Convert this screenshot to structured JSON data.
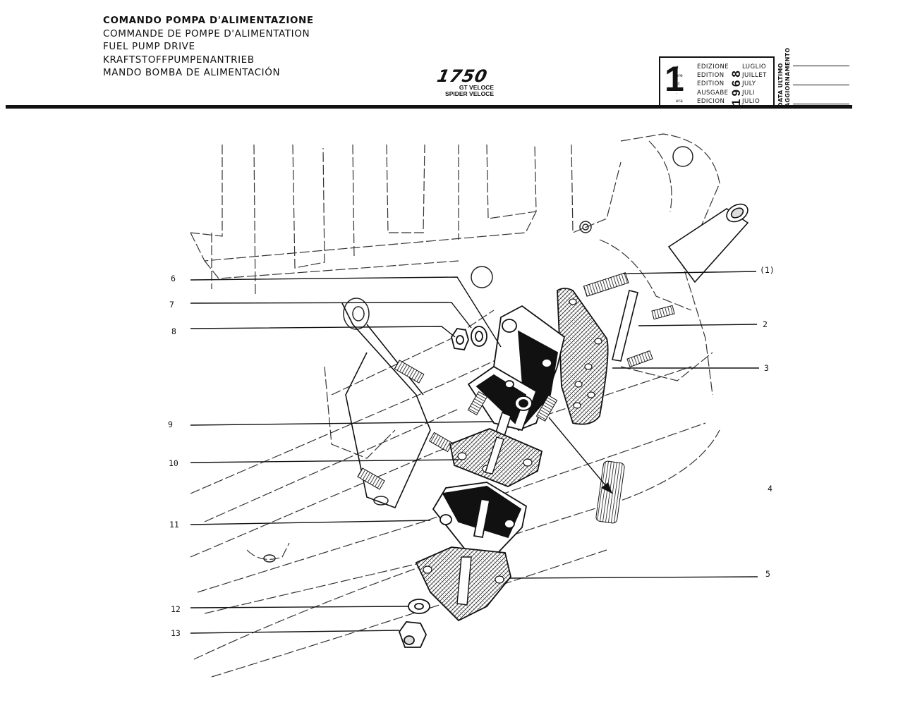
{
  "header": {
    "titles": [
      "COMANDO POMPA D'ALIMENTAZIONE",
      "COMMANDE DE POMPE D'ALIMENTATION",
      "FUEL PUMP DRIVE",
      "KRAFTSTOFFPUMPENANTRIEB",
      "MANDO BOMBA DE ALIMENTACIÓN"
    ],
    "model": "1750",
    "model_variants": [
      "GT VELOCE",
      "SPIDER VELOCE"
    ]
  },
  "edition": {
    "number": "1",
    "ordinals": [
      "a",
      "ère",
      "st",
      ".",
      "era"
    ],
    "labels": [
      "EDIZIONE",
      "EDITION",
      "EDITION",
      "AUSGABE",
      "EDICION"
    ],
    "year": "1968",
    "months": [
      "LUGLIO",
      "JUILLET",
      "JULY",
      "JULI",
      "JULIO"
    ],
    "update_label": [
      "DATA ULTIMO",
      "AGGIORNAMENTO"
    ]
  },
  "callouts": [
    "(1)",
    "2",
    "3",
    "4",
    "5",
    "6",
    "7",
    "8",
    "9",
    "10",
    "11",
    "12",
    "13"
  ],
  "colors": {
    "ink": "#111111",
    "background": "#ffffff"
  }
}
